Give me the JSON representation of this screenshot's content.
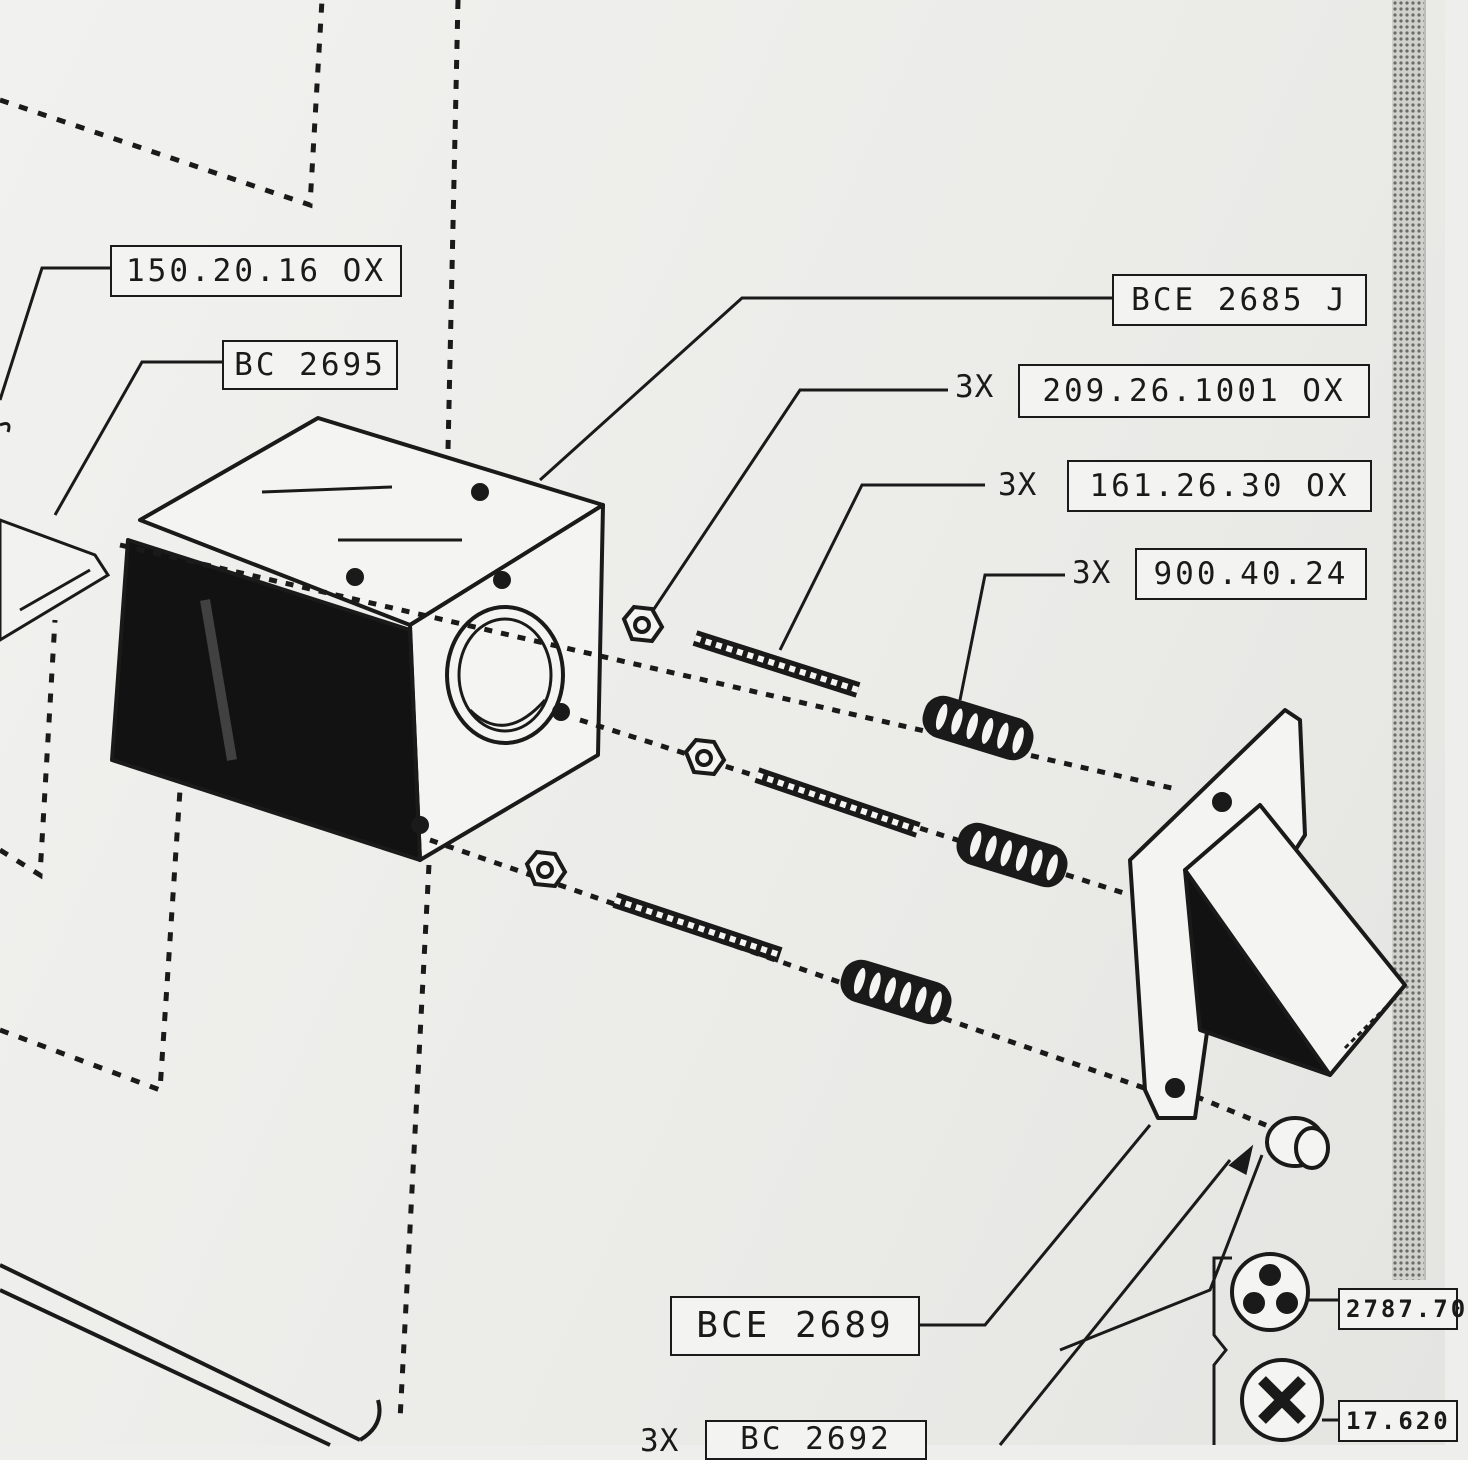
{
  "callouts": {
    "p1": "150.20.16 OX",
    "p2": "BC 2695",
    "p3": "BCE 2685 J",
    "p4": "209.26.1001 OX",
    "p5": "161.26.30 OX",
    "p6": "900.40.24",
    "p7": "BCE 2689",
    "p8": "BC 2692",
    "p9": "2787.70",
    "p10": "17.620"
  },
  "quantities": {
    "q4": "3X",
    "q5": "3X",
    "q6": "3X",
    "q8": "3X"
  },
  "colors": {
    "ink": "#1a1a1a",
    "paper": "#eeeeec",
    "shading": "#111111"
  }
}
